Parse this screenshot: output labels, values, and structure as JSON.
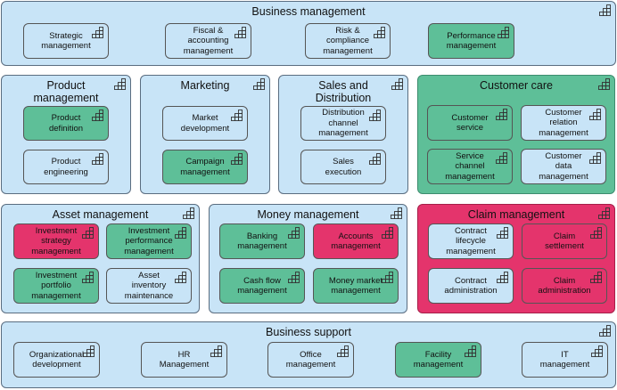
{
  "groups": {
    "business_management": "Business management",
    "product_management": "Product\nmanagement",
    "marketing": "Marketing",
    "sales_distribution": "Sales and\nDistribution",
    "customer_care": "Customer care",
    "asset_management": "Asset management",
    "money_management": "Money management",
    "claim_management": "Claim management",
    "business_support": "Business support"
  },
  "capabilities": {
    "strategic_management": "Strategic\nmanagement",
    "fiscal_accounting": "Fiscal &\naccounting\nmanagement",
    "risk_compliance": "Risk &\ncompliance\nmanagement",
    "performance_management": "Performance\nmanagement",
    "product_definition": "Product\ndefinition",
    "product_engineering": "Product\nengineering",
    "market_development": "Market\ndevelopment",
    "campaign_management": "Campaign\nmanagement",
    "distribution_channel": "Distribution\nchannel\nmanagement",
    "sales_execution": "Sales\nexecution",
    "customer_service": "Customer\nservice",
    "customer_relation": "Customer\nrelation\nmanagement",
    "service_channel": "Service\nchannel\nmanagement",
    "customer_data": "Customer\ndata\nmanagement",
    "investment_strategy": "Investment\nstrategy\nmanagement",
    "investment_performance": "Investment\nperformance\nmanagement",
    "investment_portfolio": "Investment\nportfolio\nmanagement",
    "asset_inventory": "Asset\ninventory\nmaintenance",
    "banking_management": "Banking\nmanagement",
    "accounts_management": "Accounts\nmanagement",
    "cash_flow": "Cash flow\nmanagement",
    "money_market": "Money market\nmanagement",
    "contract_lifecycle": "Contract\nlifecycle\nmanagement",
    "claim_settlement": "Claim\nsettlement",
    "contract_administration": "Contract\nadministration",
    "claim_administration": "Claim\nadministration",
    "organizational_development": "Organizational\ndevelopment",
    "hr_management": "HR\nManagement",
    "office_management": "Office\nmanagement",
    "facility_management": "Facility\nmanagement",
    "it_management": "IT\nmanagement"
  },
  "colors": {
    "default": "#c8e4f7",
    "highlight_green": "#5ebf98",
    "highlight_red": "#e4346c"
  },
  "icon": "capability-grid-icon"
}
